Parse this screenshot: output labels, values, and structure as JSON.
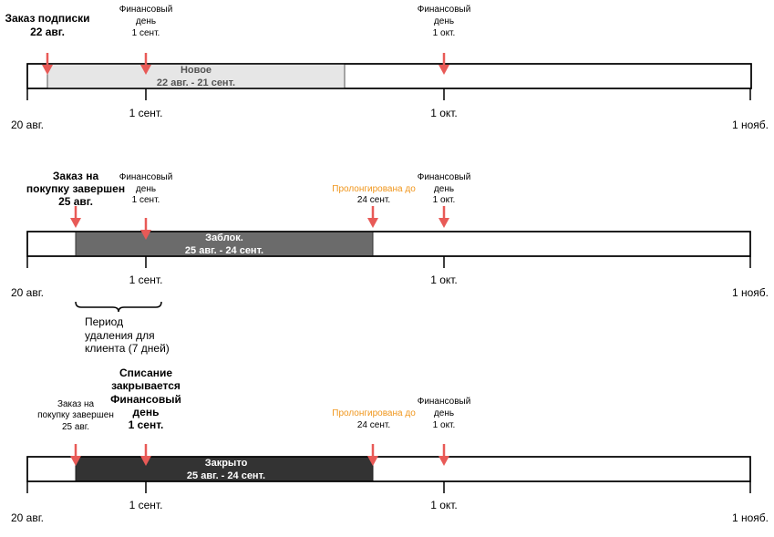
{
  "colors": {
    "marker": "#e85a57",
    "accent_orange": "#f0961c",
    "bar_new": "#e6e6e6",
    "bar_locked": "#6b6b6b",
    "bar_closed": "#333333",
    "text": "#000000"
  },
  "timelines": [
    {
      "axis": {
        "start": "20 авг.",
        "end": "1 нояб.",
        "tick1": "1 сент.",
        "tick2": "1 окт."
      },
      "order_label": [
        "Заказ подписки",
        "22 авг."
      ],
      "fin_day1": [
        "Финансовый",
        "день",
        "1 сент."
      ],
      "fin_day2": [
        "Финансовый",
        "день",
        "1 окт."
      ],
      "bar": [
        "Новое",
        "22 авг. - 21 сент."
      ]
    },
    {
      "axis": {
        "start": "20 авг.",
        "end": "1 нояб.",
        "tick1": "1 сент.",
        "tick2": "1 окт."
      },
      "order_label": [
        "Заказ на",
        "покупку завершен",
        "25 авг."
      ],
      "fin_day1": [
        "Финансовый",
        "день",
        "1 сент."
      ],
      "fin_day2": [
        "Финансовый",
        "день",
        "1 окт."
      ],
      "renewed": [
        "Пролонгирована до",
        "24 сент."
      ],
      "bar": [
        "Заблок.",
        "25 авг. - 24 сент."
      ],
      "deletion": [
        "Период",
        "удаления для",
        "клиента (7 дней)"
      ]
    },
    {
      "axis": {
        "start": "20 авг.",
        "end": "1 нояб.",
        "tick1": "1 сент.",
        "tick2": "1 окт."
      },
      "order_label": [
        "Заказ на",
        "покупку завершен",
        "25 авг."
      ],
      "writeoff": [
        "Списание",
        "закрывается",
        "Финансовый",
        "день",
        "1 сент."
      ],
      "fin_day2": [
        "Финансовый",
        "день",
        "1 окт."
      ],
      "renewed": [
        "Пролонгирована до",
        "24 сент."
      ],
      "bar": [
        "Закрыто",
        "25 авг. - 24 сент."
      ]
    }
  ]
}
